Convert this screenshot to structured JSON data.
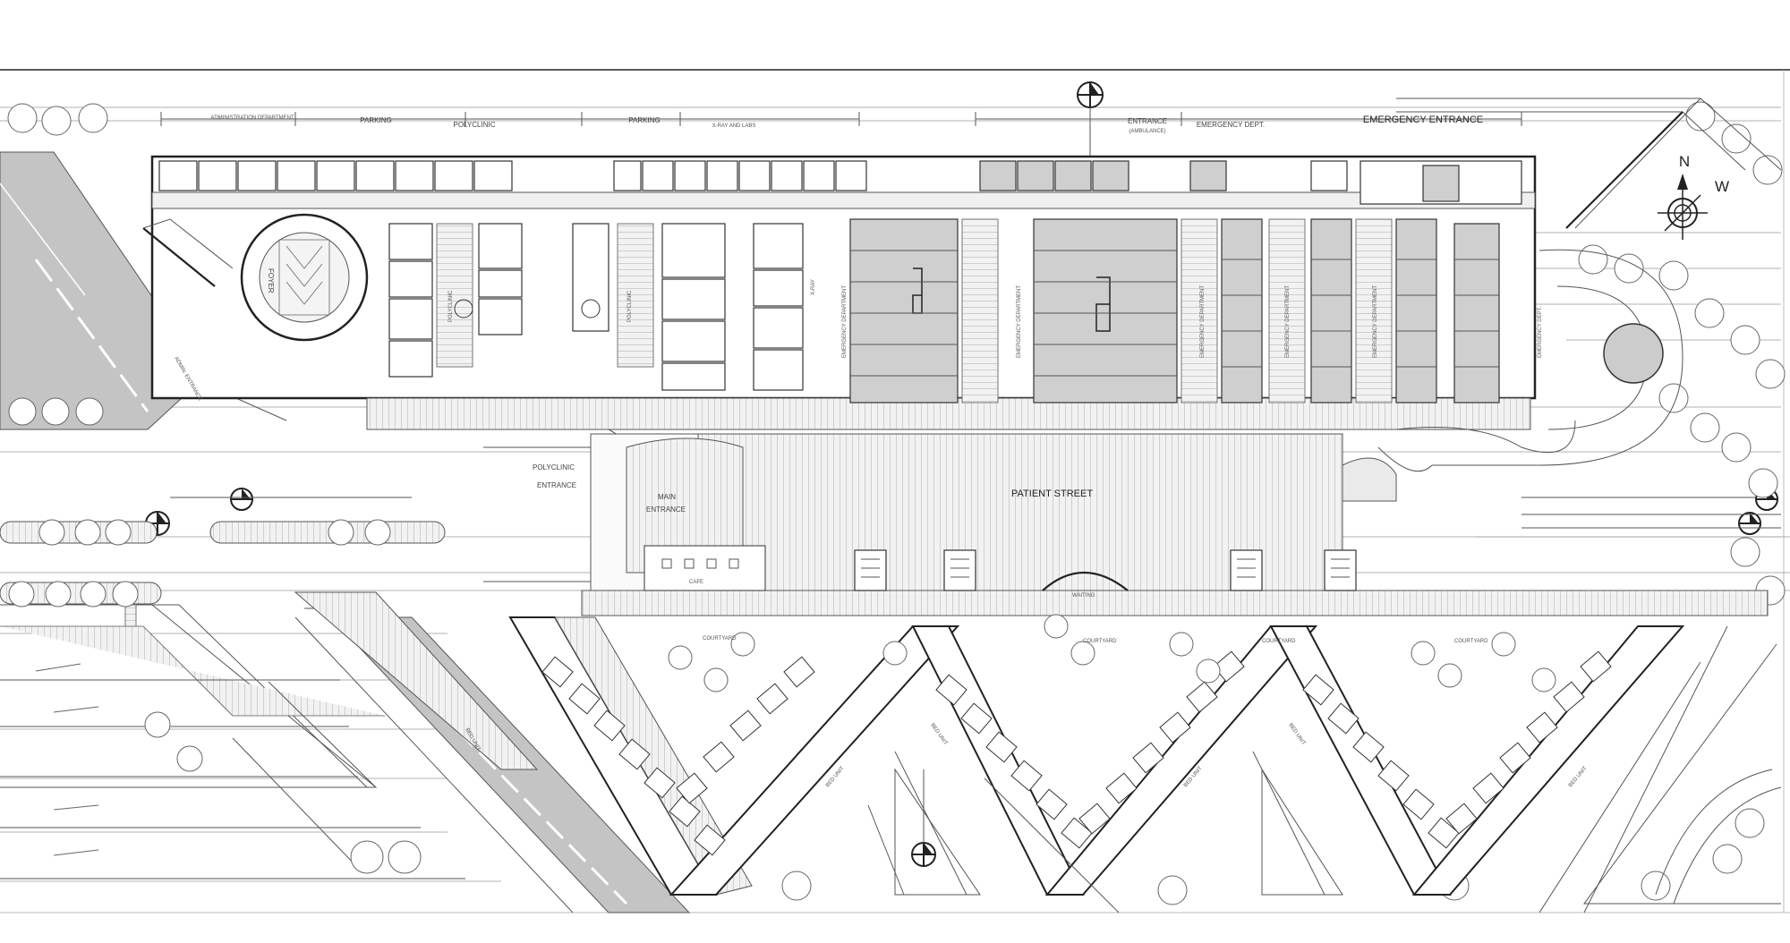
{
  "labels": {
    "admin_dept": "ADMINISTRATION DEPARTMENT",
    "parking_1": "PARKING",
    "polyclinic_top": "POLYCLINIC",
    "parking_2": "PARKING",
    "xray_labs": "X-RAY AND LABS",
    "entrance_ambulance": "ENTRANCE",
    "ambulance": "(AMBULANCE)",
    "emergency_dept_top": "EMERGENCY DEPT.",
    "emergency_entrance": "EMERGENCY ENTRANCE",
    "emergency_dept_side": "EMERGENCY DEPT.",
    "polyclinic_entrance_1": "POLYCLINIC",
    "polyclinic_entrance_2": "ENTRANCE",
    "main_entrance_1": "MAIN",
    "main_entrance_2": "ENTRANCE",
    "patient_street": "PATIENT STREET",
    "foyer": "FOYER",
    "admin_entrance": "ADMIN. ENTRANCE",
    "waiting": "WAITING",
    "cafe": "CAFE",
    "courtyard_1": "COURTYARD",
    "courtyard_2": "COURTYARD",
    "courtyard_3": "COURTYARD",
    "courtyard_4": "COURTYARD",
    "bed_unit_1": "BED UNIT",
    "bed_unit_2": "BED UNIT",
    "bed_unit_3": "BED UNIT",
    "bed_unit_4": "BED UNIT",
    "bed_unit_5": "BED UNIT",
    "bed_unit_6": "BED UNIT",
    "polyclinic_wing_1": "POLYCLINIC",
    "polyclinic_wing_2": "POLYCLINIC",
    "xray_wing": "X-RAY",
    "emergency_wing_1": "EMERGENCY DEPARTMENT",
    "emergency_wing_2": "EMERGENCY DEPARTMENT",
    "emergency_wing_3": "EMERGENCY DEPARTMENT",
    "emergency_wing_4": "EMERGENCY DEPARTMENT",
    "emergency_wing_5": "EMERGENCY DEPARTMENT"
  },
  "compass": {
    "north": "N",
    "west": "W"
  },
  "colors": {
    "line": "#222222",
    "fill_grey": "#c9c9c9",
    "background": "#ffffff"
  }
}
